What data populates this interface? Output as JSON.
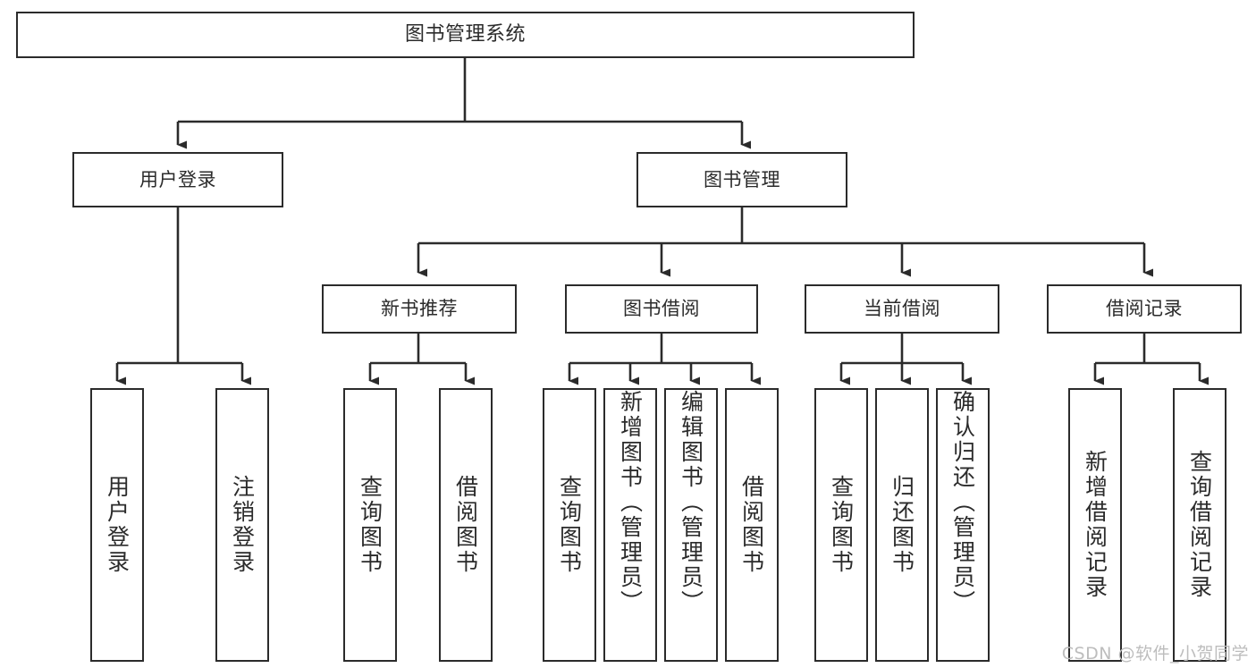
{
  "diagram": {
    "title": "图书管理系统",
    "type": "tree",
    "watermark": "CSDN @软件_小贺同学",
    "colors": {
      "border": "#2b2b2b",
      "text": "#2b2b2b",
      "background": "#ffffff",
      "watermark": "#bdbdbd"
    },
    "levels": {
      "root": {
        "label": "图书管理系统"
      },
      "level2": [
        {
          "label": "用户登录"
        },
        {
          "label": "图书管理"
        }
      ],
      "level3": [
        {
          "label": "新书推荐"
        },
        {
          "label": "图书借阅"
        },
        {
          "label": "当前借阅"
        },
        {
          "label": "借阅记录"
        }
      ],
      "leaves": [
        {
          "label": "用户登录",
          "parent": "用户登录"
        },
        {
          "label": "注销登录",
          "parent": "用户登录"
        },
        {
          "label": "查询图书",
          "parent": "新书推荐"
        },
        {
          "label": "借阅图书",
          "parent": "新书推荐"
        },
        {
          "label": "查询图书",
          "parent": "图书借阅"
        },
        {
          "label": "新增图书（管理员）",
          "parent": "图书借阅"
        },
        {
          "label": "编辑图书（管理员）",
          "parent": "图书借阅"
        },
        {
          "label": "借阅图书",
          "parent": "图书借阅"
        },
        {
          "label": "查询图书",
          "parent": "当前借阅"
        },
        {
          "label": "归还图书",
          "parent": "当前借阅"
        },
        {
          "label": "确认归还（管理员）",
          "parent": "当前借阅"
        },
        {
          "label": "新增借阅记录",
          "parent": "借阅记录"
        },
        {
          "label": "查询借阅记录",
          "parent": "借阅记录"
        }
      ]
    }
  }
}
